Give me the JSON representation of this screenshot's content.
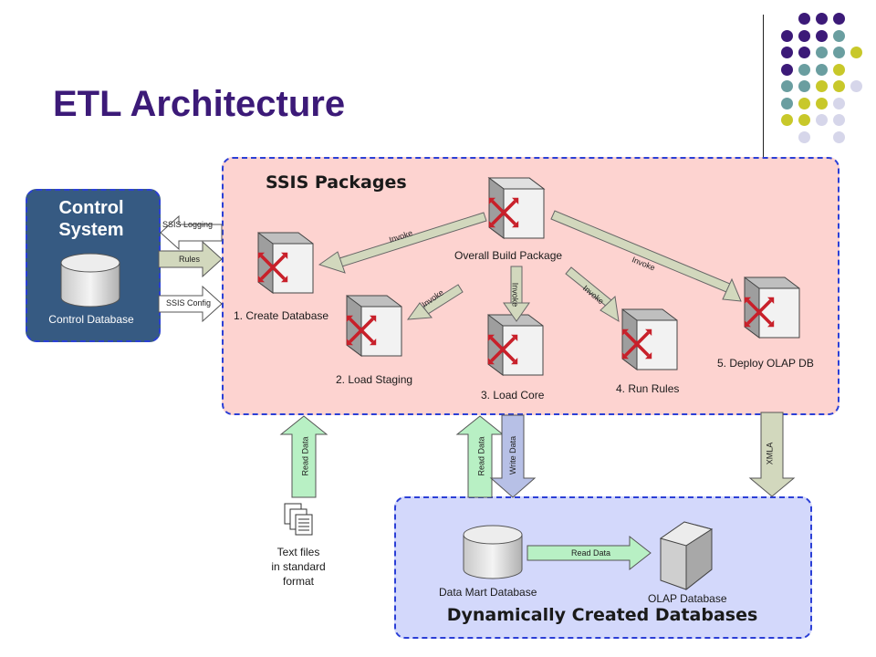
{
  "slide": {
    "title": "ETL Architecture",
    "decor_colors": [
      "#3c1a78",
      "#6a9ea0",
      "#c8c82a",
      "#d6d6ea"
    ]
  },
  "control_system": {
    "title_line1": "Control",
    "title_line2": "System",
    "subtitle": "Control Database"
  },
  "ssis_packages": {
    "title": "SSIS Packages",
    "overall": "Overall Build Package",
    "steps": [
      "1. Create Database",
      "2. Load Staging",
      "3. Load Core",
      "4. Run Rules",
      "5. Deploy OLAP DB"
    ],
    "invoke_label": "Invoke"
  },
  "control_links": {
    "logging": "SSIS Logging",
    "rules": "Rules",
    "config": "SSIS Config"
  },
  "flows": {
    "read_data": "Read Data",
    "write_data": "Write Data",
    "xmla": "XMLA"
  },
  "text_files": {
    "line1": "Text files",
    "line2": "in standard",
    "line3": "format"
  },
  "dynamic_databases": {
    "title": "Dynamically Created Databases",
    "data_mart": "Data Mart Database",
    "olap": "OLAP Database",
    "read_data": "Read Data"
  },
  "colors": {
    "title": "#3c1a78",
    "control_panel": "#365a82",
    "ssis_panel": "#fdd3d0",
    "dynamic_panel": "#d3d8fb",
    "dashed_border": "#2b3fd6",
    "green_arrow": "#b8f0c4",
    "gray_arrow": "#d2d8bd",
    "blue_arrow": "#b7c0e6",
    "server_x": "#c8202a"
  }
}
